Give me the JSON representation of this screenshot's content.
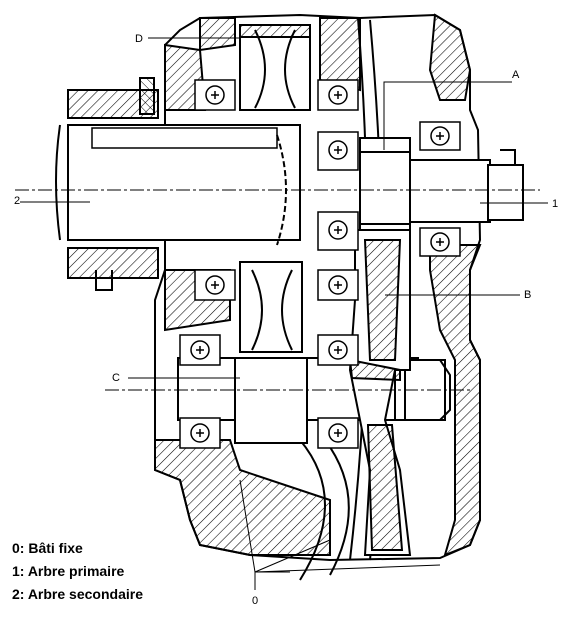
{
  "labels": {
    "A": "A",
    "B": "B",
    "C": "C",
    "D": "D",
    "one": "1",
    "two": "2",
    "zero": "0"
  },
  "legend": [
    "0: Bâti fixe",
    "1: Arbre primaire",
    "2: Arbre secondaire"
  ]
}
